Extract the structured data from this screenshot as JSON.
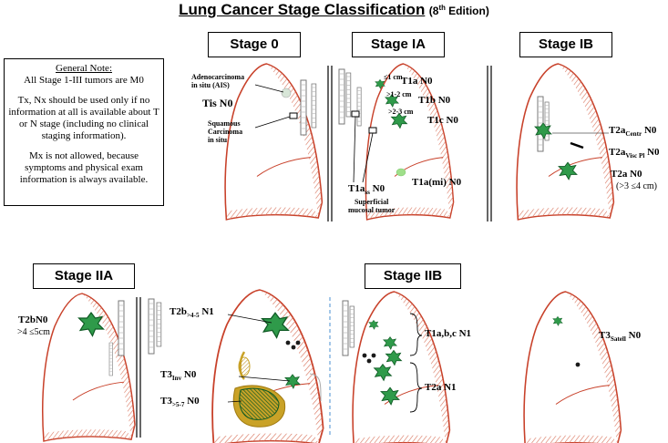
{
  "title": {
    "main": "Lung Cancer Stage Classification",
    "edition_prefix": "(8",
    "edition_sup": "th",
    "edition_suffix": " Edition)"
  },
  "general_note": {
    "heading": "General Note:",
    "line1": "All Stage 1-III tumors are M0",
    "para2": "Tx, Nx should be used only if no information at all is available about T or N stage (including no clinical staging information).",
    "para3": "Mx is not allowed, because symptoms and physical exam information is always available."
  },
  "stages": {
    "s0": "Stage 0",
    "s1a": "Stage IA",
    "s1b": "Stage IB",
    "s2a": "Stage IIA",
    "s2b": "Stage IIB"
  },
  "stage0": {
    "ais_line1": "Adenocarcinoma",
    "ais_line2": "in situ (AIS)",
    "tis": "Tis N0",
    "sq_line1": "Squamous",
    "sq_line2": "Carcinoma",
    "sq_line3": "in situ"
  },
  "stage1a": {
    "size1": "≤1 cm",
    "size2": ">1-2 cm",
    "size3": ">2-3 cm",
    "t1a": "T1a N0",
    "t1b": "T1b N0",
    "t1c": "T1c N0",
    "t1ami": "T1a(mi) N0",
    "t1ass_main": "T1a",
    "t1ass_sub": "ss",
    "t1ass_tail": " N0",
    "sup_line1": "Superficial",
    "sup_line2": "mucosal tumor"
  },
  "stage1b": {
    "t2a_centr_main": "T2a",
    "t2a_centr_sub": "Centr",
    "t2a_centr_tail": " N0",
    "t2a_visc_main": "T2a",
    "t2a_visc_sub": "Visc Pl",
    "t2a_visc_tail": " N0",
    "t2a": "T2a N0",
    "t2a_size": "(>3 ≤4 cm)"
  },
  "stage2a": {
    "t2b": "T2bN0",
    "t2b_size": ">4 ≤5cm"
  },
  "stage2b_left": {
    "t2b_main": "T2b",
    "t2b_sub": ">4-5",
    "t2b_tail": " N1",
    "t3inv_main": "T3",
    "t3inv_sub": "Inv",
    "t3inv_tail": " N0",
    "t3_main": "T3",
    "t3_sub": ">5-7",
    "t3_tail": " N0"
  },
  "stage2b_mid": {
    "t1abc": "T1a,b,c N1",
    "t2a": "T2a N1"
  },
  "stage2b_right": {
    "t3s_main": "T3",
    "t3s_sub": "Satell",
    "t3s_tail": " N0"
  },
  "colors": {
    "lung_edge": "#c8412a",
    "lung_hatch": "#d9765f",
    "tumor": "#2f9a4a",
    "tumor_dark": "#0f5a24",
    "nodal": "#1a1a1a",
    "invasion": "#c9a227"
  }
}
